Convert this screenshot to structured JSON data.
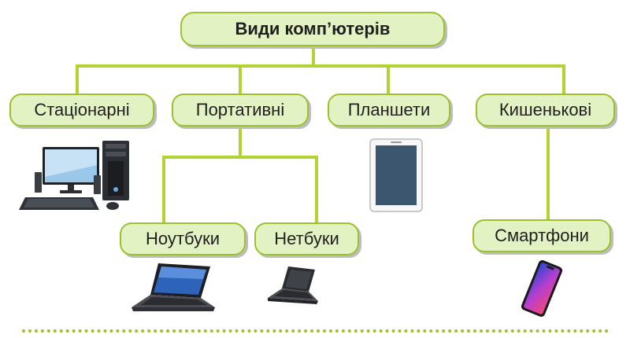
{
  "diagram": {
    "root": {
      "label": "Види комп’ютерів"
    },
    "categories": [
      {
        "label": "Стаціонарні",
        "icon": "desktop-computer-icon"
      },
      {
        "label": "Портативні"
      },
      {
        "label": "Планшети",
        "icon": "tablet-icon"
      },
      {
        "label": "Кишенькові"
      }
    ],
    "subcategories": [
      {
        "label": "Ноутбуки",
        "icon": "laptop-icon"
      },
      {
        "label": "Нетбуки",
        "icon": "netbook-icon"
      },
      {
        "label": "Смартфони",
        "icon": "smartphone-icon"
      }
    ]
  },
  "colors": {
    "node_fill": "#e3f2c2",
    "node_border": "#9bc12c",
    "connector": "#b3d334",
    "node_shadow": "#bdbdbd"
  }
}
